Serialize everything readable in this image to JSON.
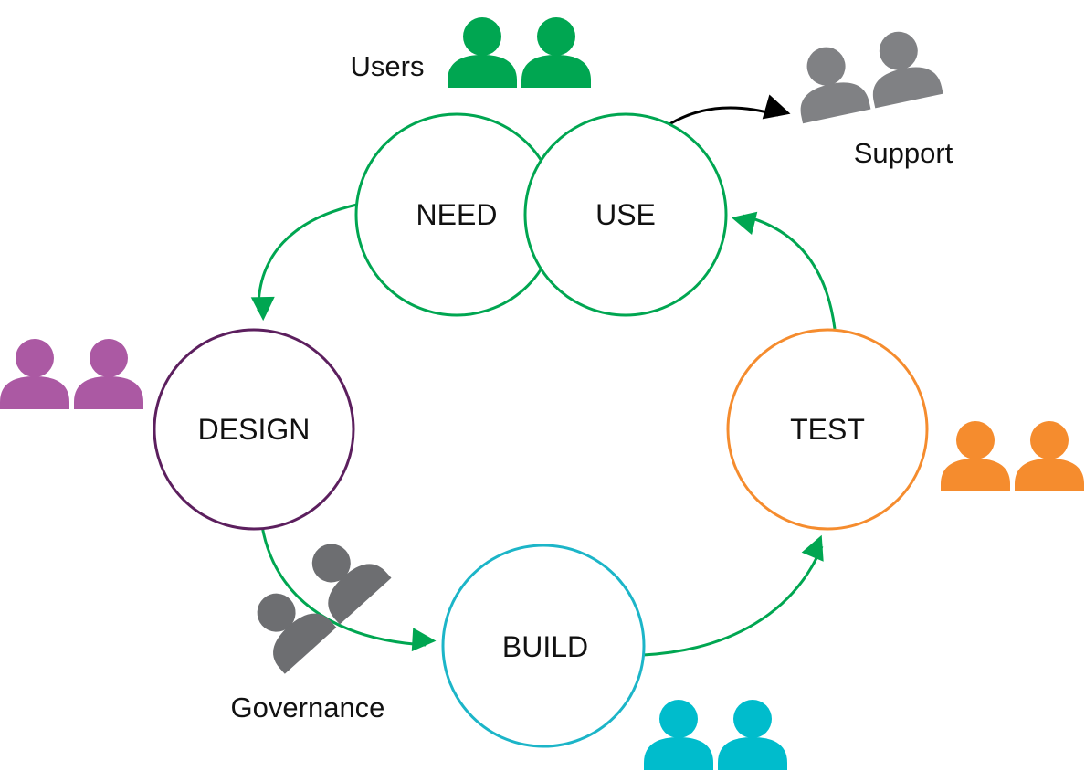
{
  "stages": {
    "need": {
      "label": "NEED",
      "color": "#00a651"
    },
    "use": {
      "label": "USE",
      "color": "#00a651"
    },
    "design": {
      "label": "DESIGN",
      "color": "#5c1f5e"
    },
    "build": {
      "label": "BUILD",
      "color": "#1cb5c8"
    },
    "test": {
      "label": "TEST",
      "color": "#f58c2e"
    }
  },
  "groups": {
    "users": {
      "label": "Users",
      "color": "#00a651",
      "icon": "people-icon"
    },
    "support": {
      "label": "Support",
      "color": "#808184",
      "icon": "people-icon"
    },
    "governance": {
      "label": "Governance",
      "color": "#6d6e71",
      "icon": "people-icon"
    },
    "design_team": {
      "label": "",
      "color": "#ab59a3",
      "icon": "people-icon"
    },
    "build_team": {
      "label": "",
      "color": "#00bccc",
      "icon": "people-icon"
    },
    "test_team": {
      "label": "",
      "color": "#f58c2e",
      "icon": "people-icon"
    }
  },
  "flow_color": "#00a651",
  "support_arrow_color": "#000000"
}
